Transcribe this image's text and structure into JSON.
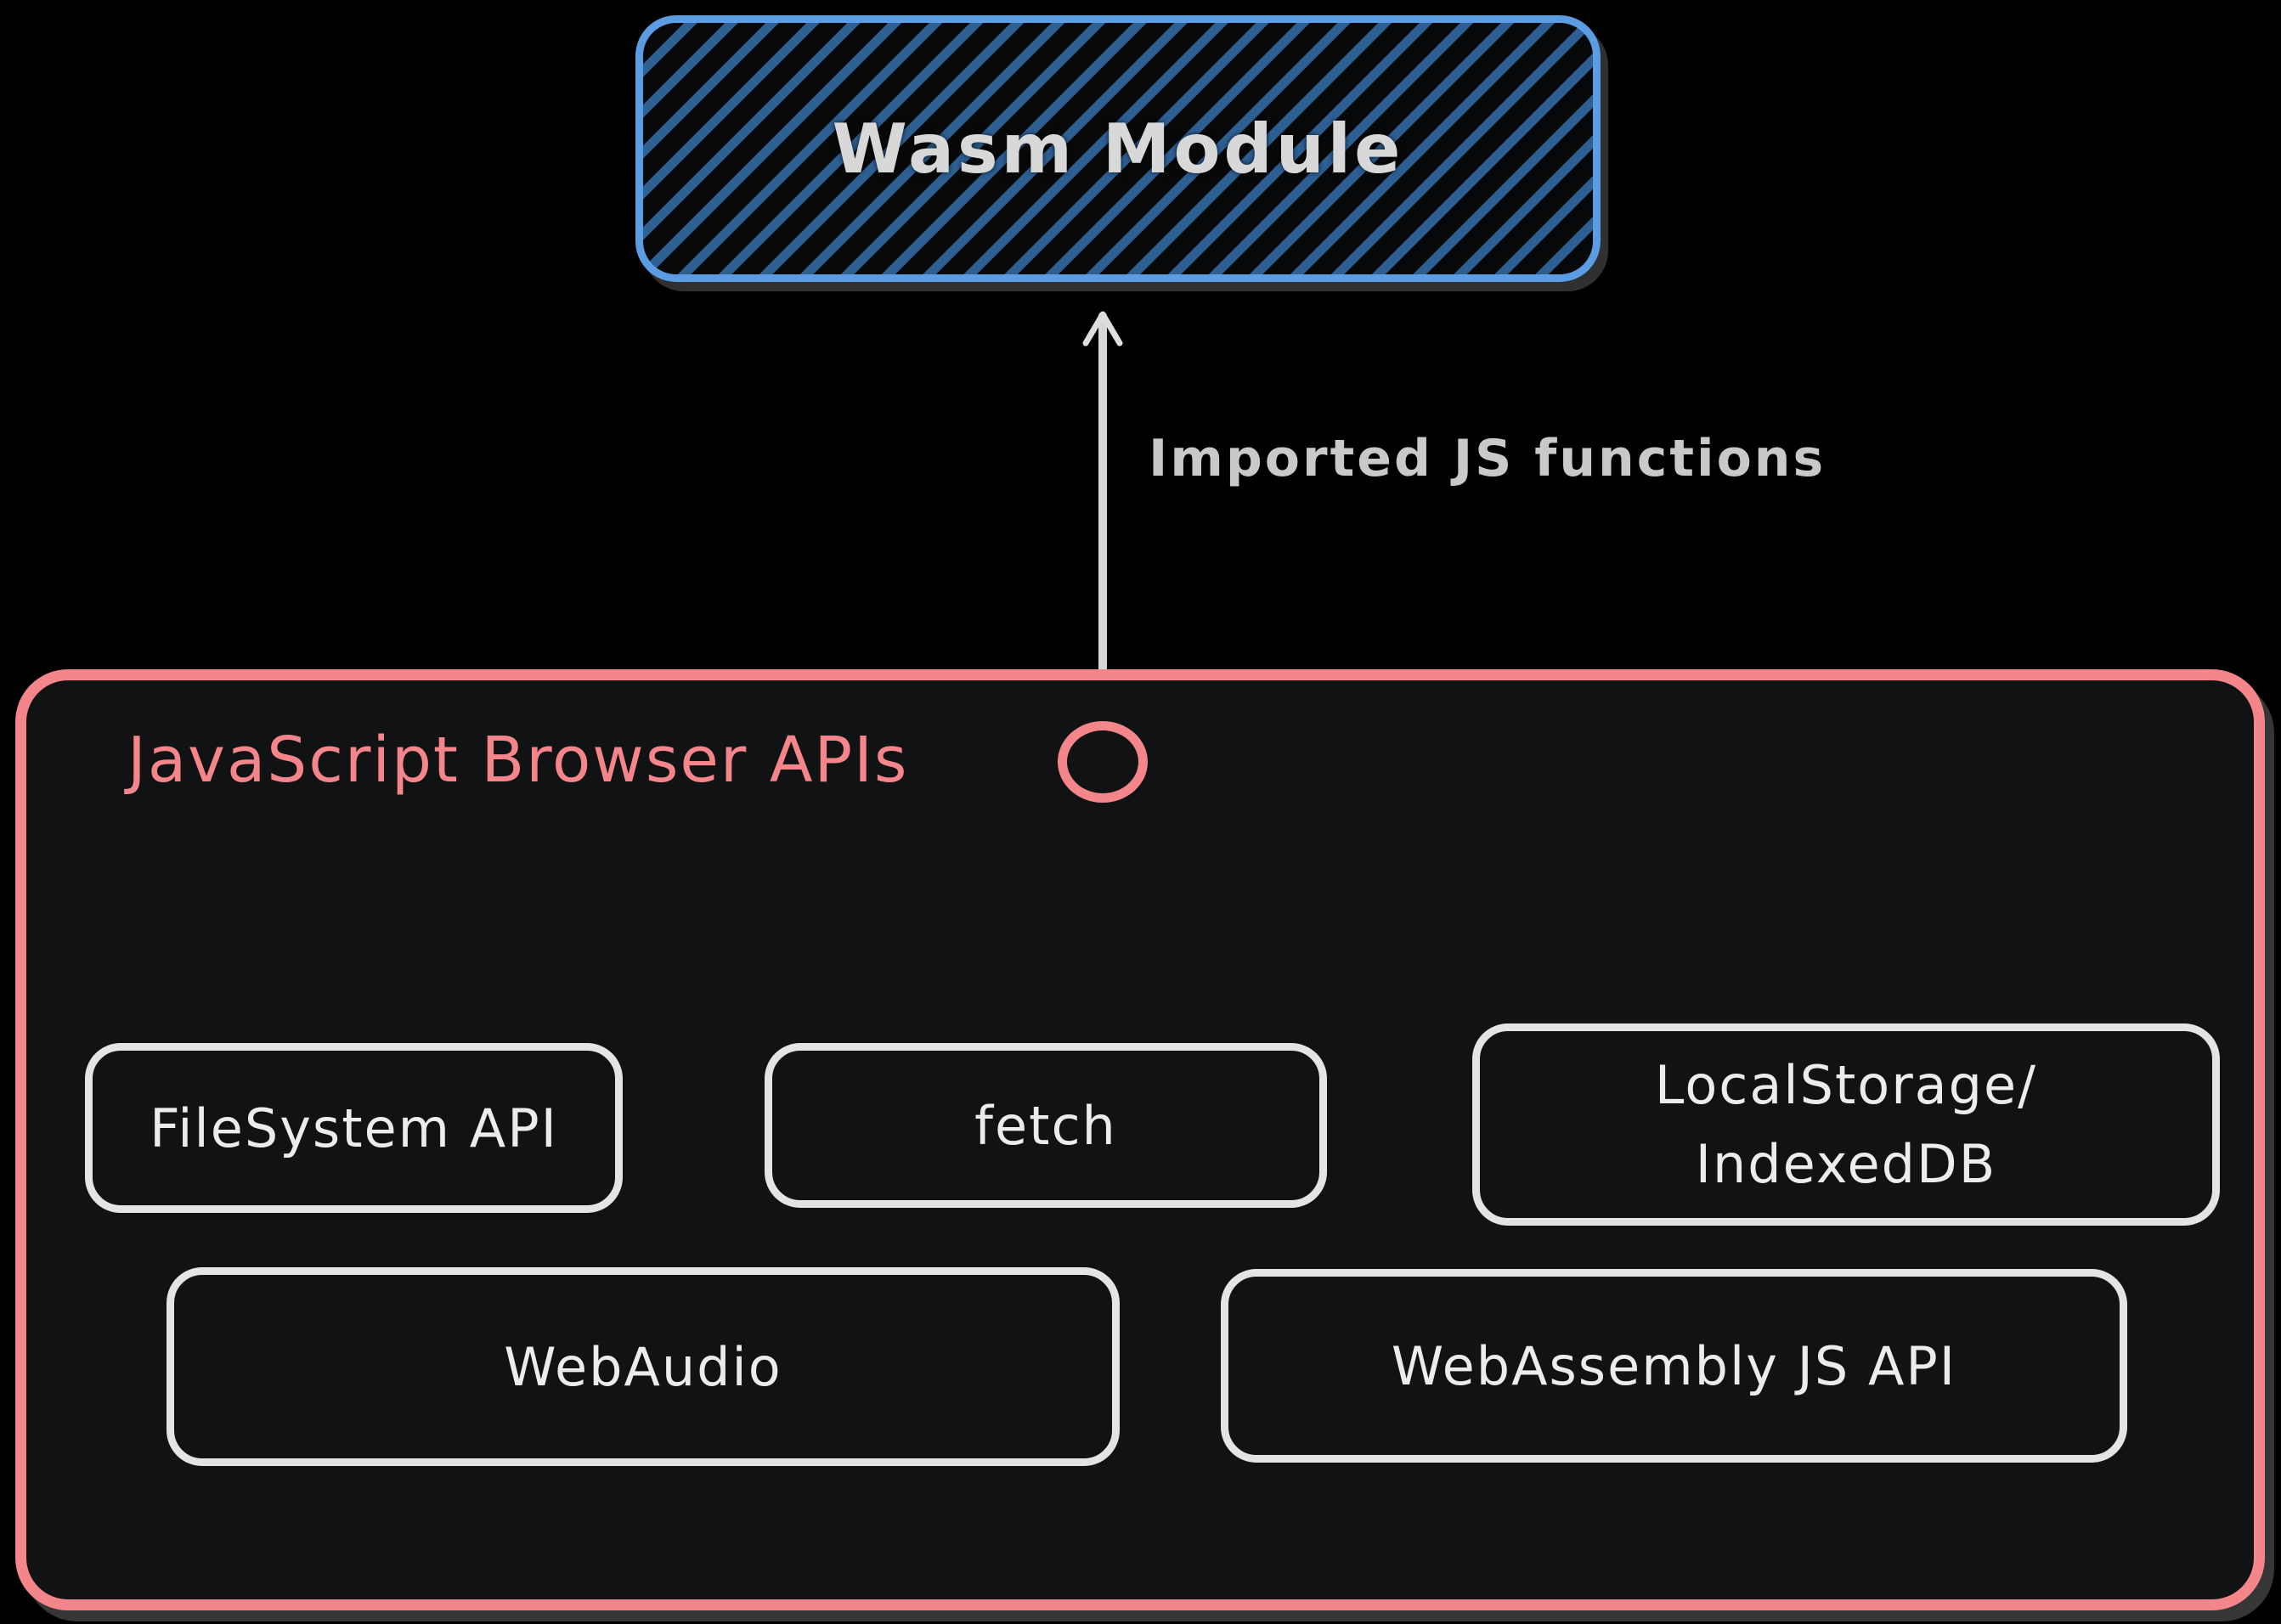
{
  "diagram": {
    "wasm_module": {
      "label": "Wasm Module"
    },
    "main_arrow_label": "Imported JS functions",
    "apis_container": {
      "title": "JavaScript Browser APIs"
    },
    "api_boxes": {
      "filesystem": {
        "label": "FileSystem API"
      },
      "fetch": {
        "label": "fetch"
      },
      "localstorage": {
        "line1": "LocalStorage/",
        "line2": "IndexedDB"
      },
      "webaudio": {
        "label": "WebAudio"
      },
      "webassembly": {
        "label": "WebAssembly JS API"
      }
    },
    "colors": {
      "background": "#000000",
      "wasm_border": "#5b9ce2",
      "wasm_hatch": "#2d5f93",
      "container_border": "#f4858b",
      "container_fill": "#111213",
      "title_text": "#f4858b",
      "box_border": "#e4e4e4",
      "box_text": "#ececec",
      "arrow": "#d6d6d6",
      "label_text": "#c9c9c9"
    }
  }
}
